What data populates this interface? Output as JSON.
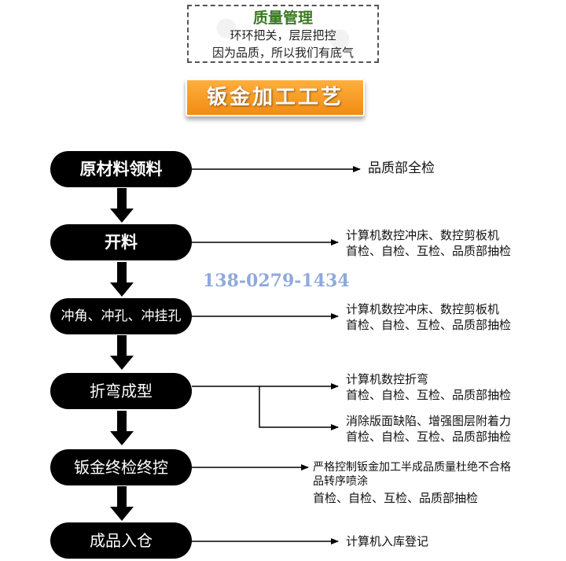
{
  "header": {
    "title": "质量管理",
    "line1": "环环把关，层层把控",
    "line2": "因为品质，所以我们有底气"
  },
  "banner": {
    "title": "钣金加工工艺"
  },
  "phone": "138-0279-1434",
  "steps": [
    {
      "label": "原材料领料"
    },
    {
      "label": "开料"
    },
    {
      "label": "冲角、冲孔、冲挂孔"
    },
    {
      "label": "折弯成型"
    },
    {
      "label": "钣金终检终控"
    },
    {
      "label": "成品入仓"
    }
  ],
  "notes": {
    "step1": {
      "line1": "品质部全检"
    },
    "step2": {
      "line1": "计算机数控冲床、数控剪板机",
      "line2": "首检、自检、互检、品质部抽检"
    },
    "step3": {
      "line1": "计算机数控冲床、数控剪板机",
      "line2": "首检、自检、互检、品质部抽检"
    },
    "step4a": {
      "line1": "计算机数控折弯",
      "line2": "首检、自检、互检、品质部抽检"
    },
    "step4b": {
      "line1": "消除版面缺陷、增强图层附着力",
      "line2": "首检、自检、互检、品质部抽检"
    },
    "step5": {
      "line1": "严格控制钣金加工半成品质量杜绝不合格",
      "line2": "品转序喷涂",
      "line3": "首检、自检、互检、品质部抽检"
    },
    "step6": {
      "line1": "计算机入库登记"
    }
  },
  "colors": {
    "pill": "#000000",
    "banner": "#f39a1d",
    "header_title": "#3a7a22",
    "phone": "#8fa9dc"
  }
}
